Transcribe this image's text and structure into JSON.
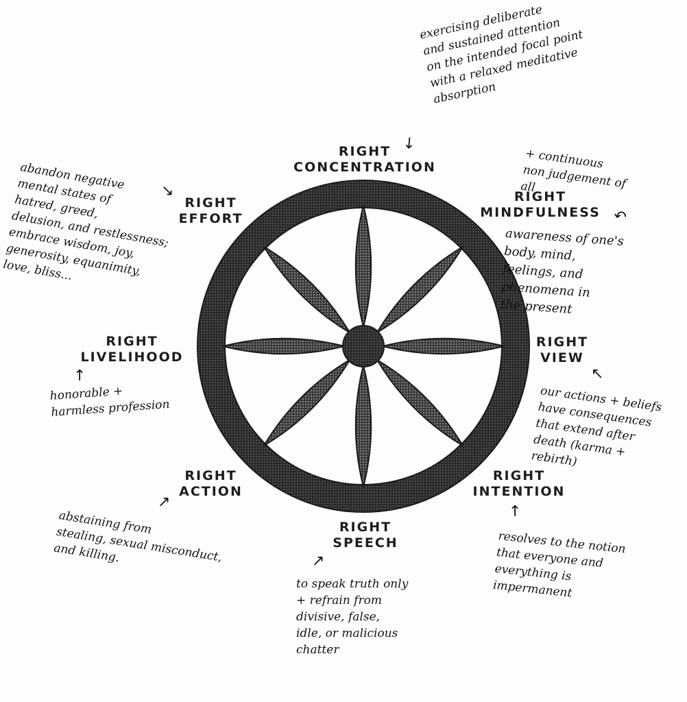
{
  "labels": {
    "concentration": {
      "line1": "RIGHT",
      "line2": "CONCENTRATION"
    },
    "mindfulness": {
      "line1": "RIGHT",
      "line2": "MINDFULNESS"
    },
    "view": {
      "line1": "RIGHT",
      "line2": "VIEW"
    },
    "intention": {
      "line1": "RIGHT",
      "line2": "INTENTION"
    },
    "speech": {
      "line1": "RIGHT",
      "line2": "SPEECH"
    },
    "action": {
      "line1": "RIGHT",
      "line2": "ACTION"
    },
    "livelihood": {
      "line1": "RIGHT",
      "line2": "LIVELIHOOD"
    },
    "effort": {
      "line1": "RIGHT",
      "line2": "EFFORT"
    }
  },
  "notes": {
    "concentration": "exercising deliberate\nand sustained attention\non the intended focal point\nwith a relaxed meditative\nabsorption",
    "mindfulness_top": "+ continuous\nnon judgement of\nall",
    "mindfulness": "awareness of one's\nbody, mind,\nfeelings, and\nphenomena in\nthe present",
    "view": "our actions + beliefs\nhave consequences\nthat extend after\ndeath (karma +\nrebirth)",
    "intention": "resolves to the notion\nthat everyone and\neverything is\nimpermanent",
    "speech": "to speak truth only\n+ refrain from\ndivisive, false,\nidle, or malicious\nchatter",
    "action": "abstaining from\nstealing, sexual misconduct,\nand killing.",
    "livelihood": "honorable +\nharmless profession",
    "effort": "abandon negative\nmental states of\nhatred, greed,\ndelusion, and restlessness;\nembrace wisdom, joy,\ngenerosity, equanimity,\nlove, bliss..."
  },
  "icons": {
    "wheel": "dharma-wheel-icon",
    "arrow": "hand-drawn-arrow-icon"
  },
  "colors": {
    "ink": "#1a1a1a",
    "paper": "#fdfdfb",
    "spoke": "#4a4a4a"
  }
}
